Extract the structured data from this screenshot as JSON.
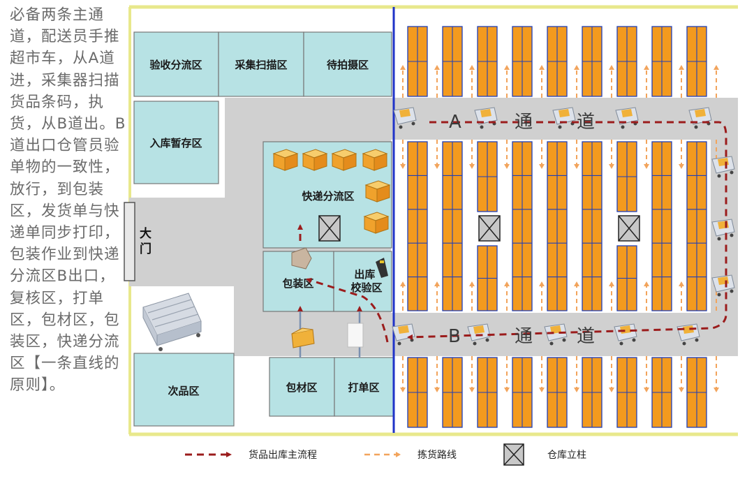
{
  "side_text": "必备两条主通道，配送员手推超市车，从A道进，采集器扫描货品条码，执货，从B道出。B道出口仓管员验单物的一致性，放行，到包装区，发货单与快递单同步打印，包装作业到快递分流区B出口，复核区，打单区，包材区，包装区，快递分流区【一条直线的原则】。",
  "zones": {
    "receiving": "验收分流区",
    "scan": "采集扫描区",
    "photo": "待拍摄区",
    "inbound_temp": "入库暂存区",
    "express_sort": "快递分流区",
    "packing": "包装区",
    "outbound_check": "出库校验区",
    "defective": "次品区",
    "material": "包材区",
    "print": "打单区"
  },
  "gate": {
    "chars": [
      "大",
      "门"
    ]
  },
  "aisle_a": {
    "letter": "A",
    "chars": [
      "通",
      "道"
    ]
  },
  "aisle_b": {
    "letter": "B",
    "chars": [
      "通",
      "道"
    ]
  },
  "legend": {
    "main_flow": "货品出库主流程",
    "picking": "拣货路线",
    "pillar": "仓库立柱"
  },
  "colors": {
    "zone_fill": "#b7e2e4",
    "shelf": "#f39a1e",
    "aisle": "#d0d0d0",
    "main_flow": "#9b1c1c",
    "picking": "#f2a45c",
    "border_top": "#e8e88c",
    "divider": "#1f33c8"
  }
}
